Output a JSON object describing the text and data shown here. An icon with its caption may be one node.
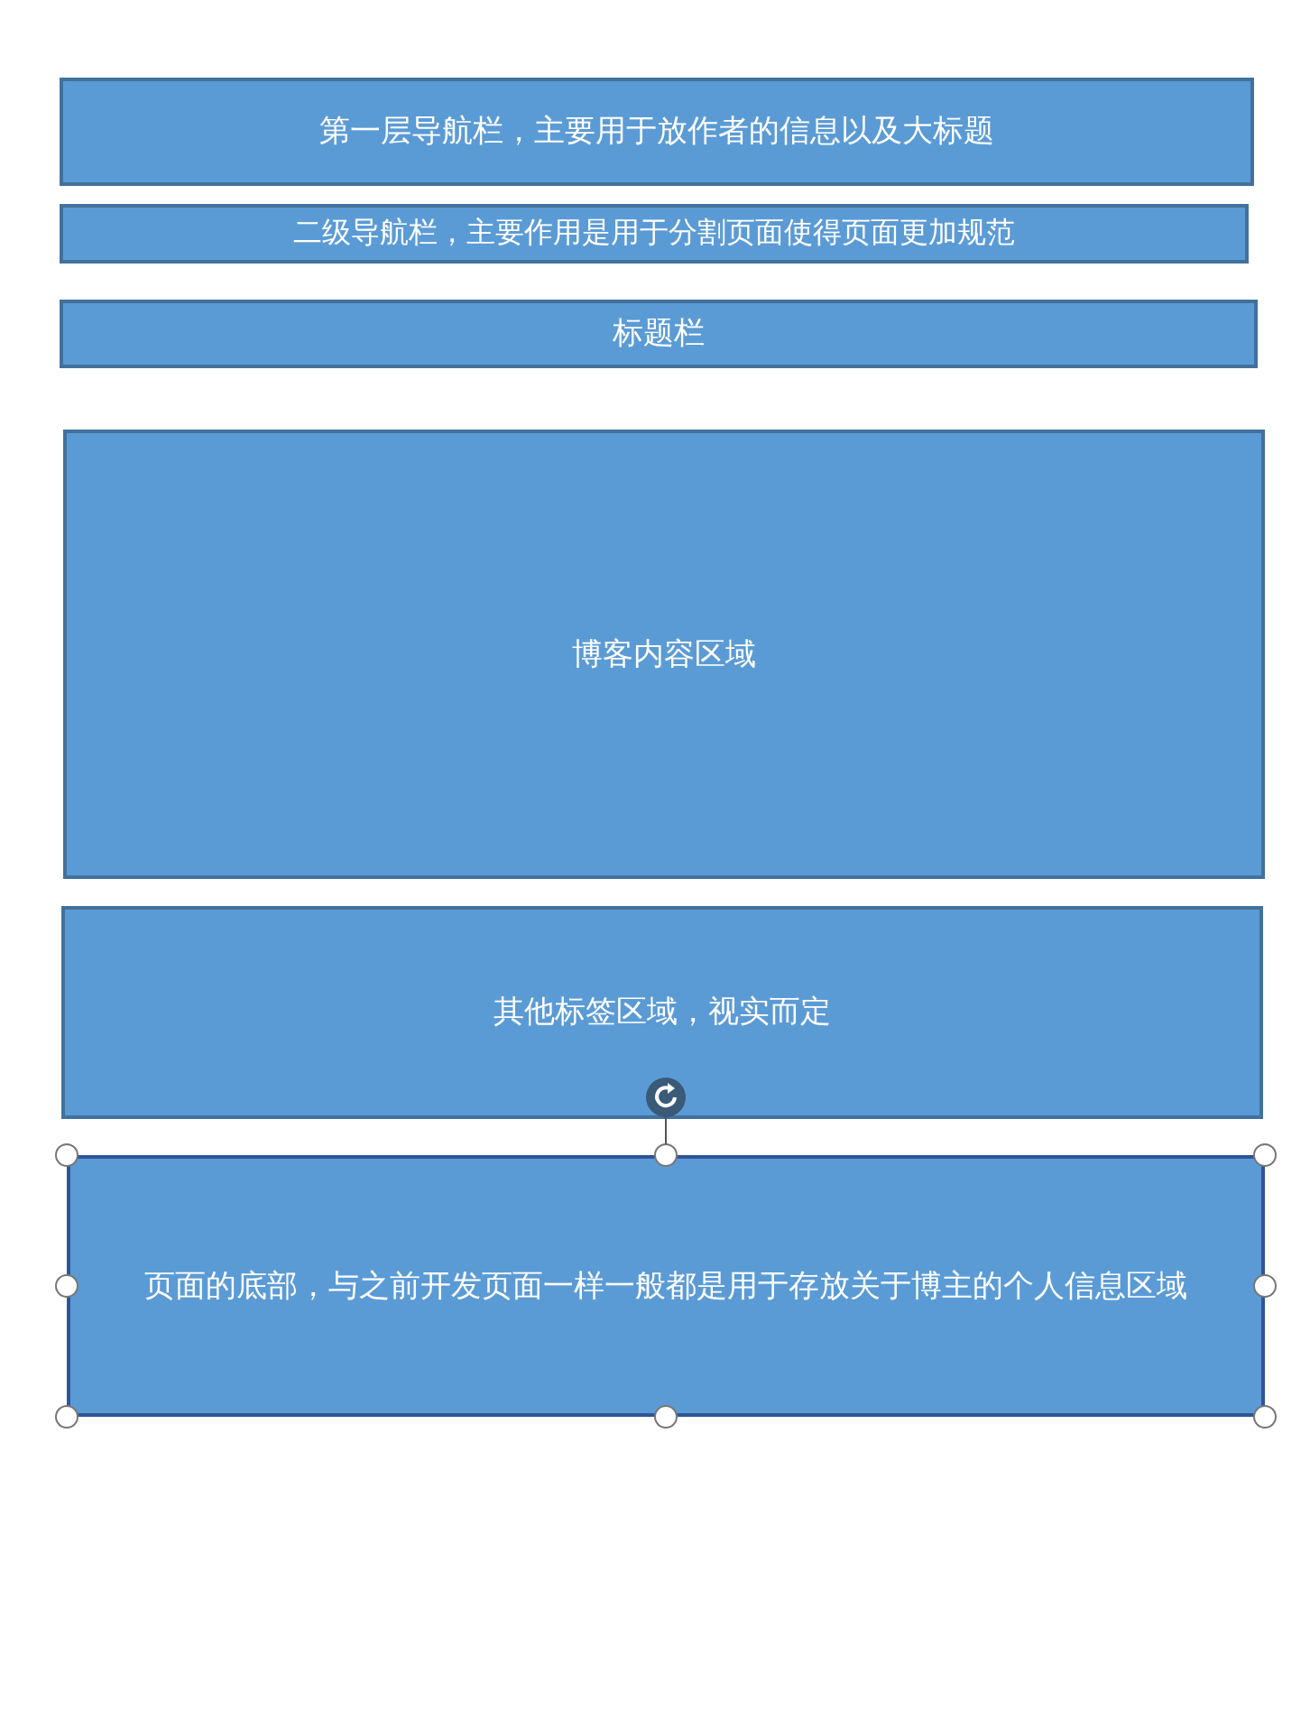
{
  "diagram": {
    "nodes": [
      {
        "text": [
          "第一层导航栏，主要用于放作者的信息以及大标题"
        ]
      },
      {
        "text": [
          "二级导航栏，主要作用是用于分割页面使得页面更加规范"
        ]
      },
      {
        "text": [
          "标题栏"
        ]
      },
      {
        "text": [
          "博客内容区域"
        ]
      },
      {
        "text": [
          "其他标签区域，视实而定"
        ]
      },
      {
        "text": [
          "页面的底部，与之前开发页面一样一般都是用于存放关于博主的个人信息区域"
        ]
      }
    ]
  }
}
